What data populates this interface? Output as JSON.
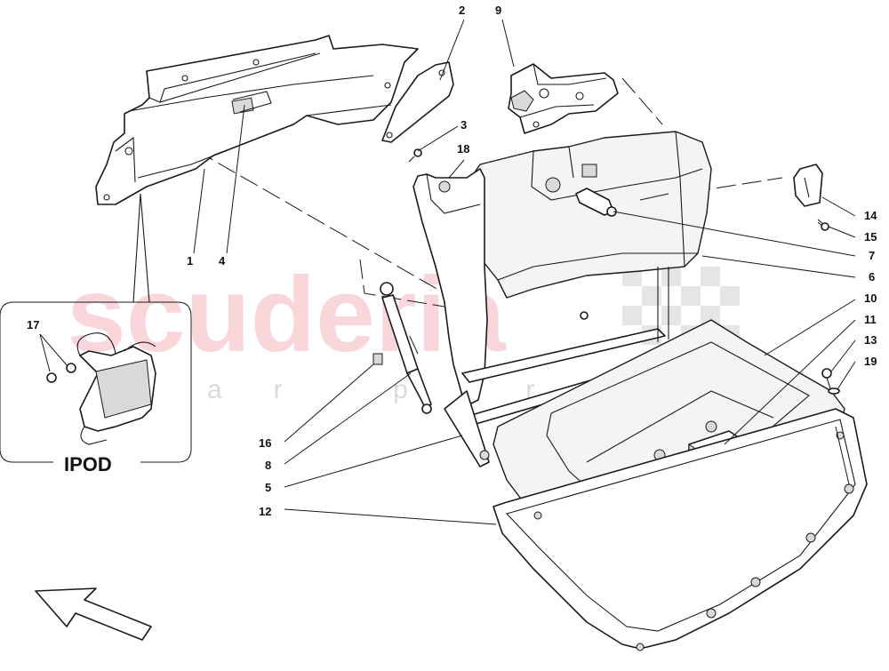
{
  "watermark": {
    "brand": "scuderia",
    "tagline": "car parts"
  },
  "inset": {
    "title": "IPOD",
    "callout": "17"
  },
  "callouts": [
    {
      "id": "c1",
      "label": "1"
    },
    {
      "id": "c2",
      "label": "2"
    },
    {
      "id": "c3",
      "label": "3"
    },
    {
      "id": "c4",
      "label": "4"
    },
    {
      "id": "c5",
      "label": "5"
    },
    {
      "id": "c6",
      "label": "6"
    },
    {
      "id": "c7",
      "label": "7"
    },
    {
      "id": "c8",
      "label": "8"
    },
    {
      "id": "c9",
      "label": "9"
    },
    {
      "id": "c10",
      "label": "10"
    },
    {
      "id": "c11",
      "label": "11"
    },
    {
      "id": "c12",
      "label": "12"
    },
    {
      "id": "c13",
      "label": "13"
    },
    {
      "id": "c14",
      "label": "14"
    },
    {
      "id": "c15",
      "label": "15"
    },
    {
      "id": "c16",
      "label": "16"
    },
    {
      "id": "c18",
      "label": "18"
    },
    {
      "id": "c19",
      "label": "19"
    }
  ],
  "icons": {
    "direction_arrow": "front-direction-arrow-icon",
    "checkered_flag": "checkered-flag-icon"
  }
}
